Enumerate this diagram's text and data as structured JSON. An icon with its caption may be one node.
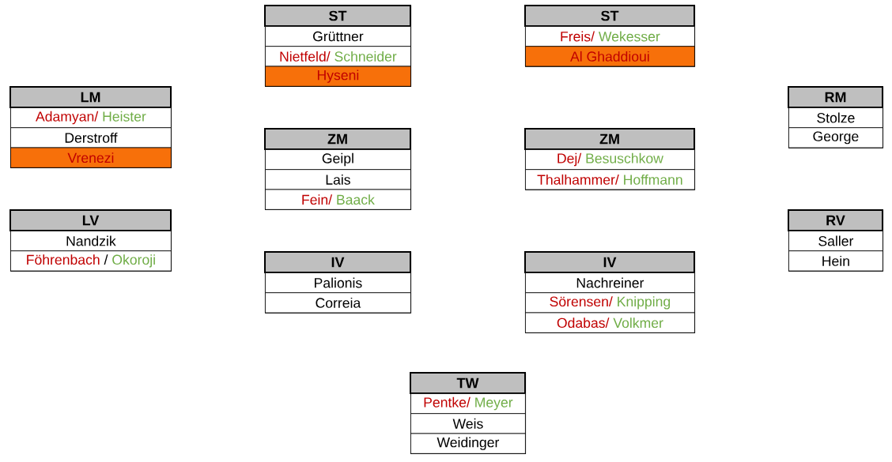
{
  "diagram": {
    "nodes": [
      {
        "text": [
          "ST"
        ]
      },
      {
        "text": [
          "Grüttner"
        ],
        "in": 0
      },
      {
        "text": [
          "Nietfeld/",
          "Schneider"
        ],
        "in": 0
      },
      {
        "text": [
          "Hyseni"
        ],
        "in": 0
      },
      {
        "text": [
          "ST"
        ]
      },
      {
        "text": [
          "Freis/",
          "Wekesser"
        ],
        "in": 4
      },
      {
        "text": [
          "Al Ghaddioui"
        ],
        "in": 4
      },
      {
        "text": [
          "LM"
        ]
      },
      {
        "text": [
          "Adamyan/",
          "Heister"
        ],
        "in": 7
      },
      {
        "text": [
          "Derstroff"
        ],
        "in": 7
      },
      {
        "text": [
          "Vrenezi"
        ],
        "in": 7
      },
      {
        "text": [
          "RM"
        ]
      },
      {
        "text": [
          "Stolze"
        ],
        "in": 11
      },
      {
        "text": [
          "George"
        ],
        "in": 11
      },
      {
        "text": [
          "ZM"
        ]
      },
      {
        "text": [
          "Geipl"
        ],
        "in": 14
      },
      {
        "text": [
          "Lais"
        ],
        "in": 14
      },
      {
        "text": [
          "Fein/",
          "Baack"
        ],
        "in": 14
      },
      {
        "text": [
          "ZM"
        ]
      },
      {
        "text": [
          "Dej/",
          "Besuschkow"
        ],
        "in": 18
      },
      {
        "text": [
          "Thalhammer/",
          "Hoffmann"
        ],
        "in": 18
      },
      {
        "text": [
          "LV"
        ]
      },
      {
        "text": [
          "Nandzik"
        ],
        "in": 21
      },
      {
        "text": [
          "Föhrenbach",
          "/",
          "Okoroji"
        ],
        "in": 21
      },
      {
        "text": [
          "RV"
        ]
      },
      {
        "text": [
          "Saller"
        ],
        "in": 24
      },
      {
        "text": [
          "Hein"
        ],
        "in": 24
      },
      {
        "text": [
          "IV"
        ]
      },
      {
        "text": [
          "Palionis"
        ],
        "in": 27
      },
      {
        "text": [
          "Correia"
        ],
        "in": 27
      },
      {
        "text": [
          "IV"
        ]
      },
      {
        "text": [
          "Nachreiner"
        ],
        "in": 30
      },
      {
        "text": [
          "Sörensen/",
          "Knipping"
        ],
        "in": 30
      },
      {
        "text": [
          "Odabas/",
          "Volkmer"
        ],
        "in": 30
      },
      {
        "text": [
          "TW"
        ]
      },
      {
        "text": [
          "Pentke/",
          "Meyer"
        ],
        "in": 34
      },
      {
        "text": [
          "Weis"
        ],
        "in": 34
      },
      {
        "text": [
          "Weidinger"
        ],
        "in": 34
      }
    ]
  }
}
